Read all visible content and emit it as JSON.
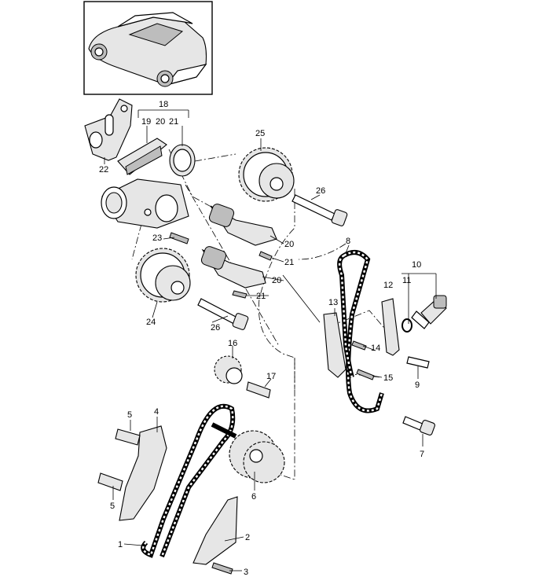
{
  "callouts": [
    {
      "id": "c1",
      "text": "1"
    },
    {
      "id": "c2",
      "text": "2"
    },
    {
      "id": "c3",
      "text": "3"
    },
    {
      "id": "c4",
      "text": "4"
    },
    {
      "id": "c5a",
      "text": "5"
    },
    {
      "id": "c5b",
      "text": "5"
    },
    {
      "id": "c6",
      "text": "6"
    },
    {
      "id": "c7",
      "text": "7"
    },
    {
      "id": "c8",
      "text": "8"
    },
    {
      "id": "c9",
      "text": "9"
    },
    {
      "id": "c10",
      "text": "10"
    },
    {
      "id": "c11",
      "text": "11"
    },
    {
      "id": "c12",
      "text": "12"
    },
    {
      "id": "c13",
      "text": "13"
    },
    {
      "id": "c14",
      "text": "14"
    },
    {
      "id": "c15",
      "text": "15"
    },
    {
      "id": "c16",
      "text": "16"
    },
    {
      "id": "c17",
      "text": "17"
    },
    {
      "id": "c18",
      "text": "18"
    },
    {
      "id": "c19",
      "text": "19"
    },
    {
      "id": "c20a",
      "text": "20"
    },
    {
      "id": "c20b",
      "text": "20"
    },
    {
      "id": "c20c",
      "text": "20"
    },
    {
      "id": "c21a",
      "text": "21"
    },
    {
      "id": "c21b",
      "text": "21"
    },
    {
      "id": "c21c",
      "text": "21"
    },
    {
      "id": "c22",
      "text": "22"
    },
    {
      "id": "c23",
      "text": "23"
    },
    {
      "id": "c24",
      "text": "24"
    },
    {
      "id": "c25",
      "text": "25"
    },
    {
      "id": "c26a",
      "text": "26"
    },
    {
      "id": "c26b",
      "text": "26"
    }
  ]
}
